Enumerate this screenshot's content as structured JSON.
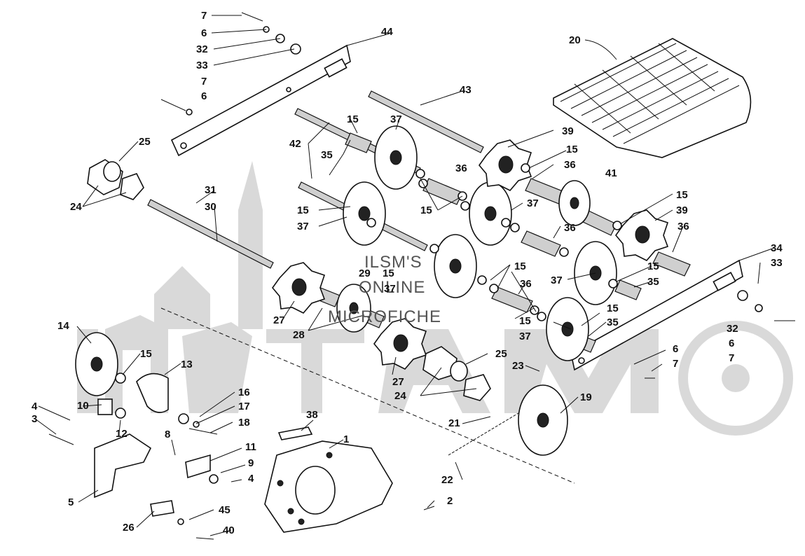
{
  "watermark": {
    "line1": "ILSM'S",
    "line2": "ONLINE",
    "line3": "MICROFICHE"
  },
  "callouts": [
    {
      "id": "c7a",
      "text": "7"
    },
    {
      "id": "c6a",
      "text": "6"
    },
    {
      "id": "c32a",
      "text": "32"
    },
    {
      "id": "c33a",
      "text": "33"
    },
    {
      "id": "c7b",
      "text": "7"
    },
    {
      "id": "c6b",
      "text": "6"
    },
    {
      "id": "c44",
      "text": "44"
    },
    {
      "id": "c20",
      "text": "20"
    },
    {
      "id": "c43",
      "text": "43"
    },
    {
      "id": "c15a",
      "text": "15"
    },
    {
      "id": "c37a",
      "text": "37"
    },
    {
      "id": "c39a",
      "text": "39"
    },
    {
      "id": "c15b",
      "text": "15"
    },
    {
      "id": "c36a",
      "text": "36"
    },
    {
      "id": "c42",
      "text": "42"
    },
    {
      "id": "c35a",
      "text": "35"
    },
    {
      "id": "c25a",
      "text": "25"
    },
    {
      "id": "c36b",
      "text": "36"
    },
    {
      "id": "c41",
      "text": "41"
    },
    {
      "id": "c24a",
      "text": "24"
    },
    {
      "id": "c31",
      "text": "31"
    },
    {
      "id": "c30",
      "text": "30"
    },
    {
      "id": "c15c",
      "text": "15"
    },
    {
      "id": "c15d",
      "text": "15"
    },
    {
      "id": "c37b",
      "text": "37"
    },
    {
      "id": "c15e",
      "text": "15"
    },
    {
      "id": "c39b",
      "text": "39"
    },
    {
      "id": "c37c",
      "text": "37"
    },
    {
      "id": "c36c",
      "text": "36"
    },
    {
      "id": "c36d",
      "text": "36"
    },
    {
      "id": "c34",
      "text": "34"
    },
    {
      "id": "c33b",
      "text": "33"
    },
    {
      "id": "c15f",
      "text": "15"
    },
    {
      "id": "c15g",
      "text": "15"
    },
    {
      "id": "c37d",
      "text": "37"
    },
    {
      "id": "c35b",
      "text": "35"
    },
    {
      "id": "c36e",
      "text": "36"
    },
    {
      "id": "c27a",
      "text": "27"
    },
    {
      "id": "c28",
      "text": "28"
    },
    {
      "id": "c15h",
      "text": "15"
    },
    {
      "id": "c37e",
      "text": "37"
    },
    {
      "id": "c15i",
      "text": "15"
    },
    {
      "id": "c35c",
      "text": "35"
    },
    {
      "id": "c32b",
      "text": "32"
    },
    {
      "id": "c6c",
      "text": "6"
    },
    {
      "id": "c7c",
      "text": "7"
    },
    {
      "id": "c14",
      "text": "14"
    },
    {
      "id": "c15j",
      "text": "15"
    },
    {
      "id": "c13",
      "text": "13"
    },
    {
      "id": "c6d",
      "text": "6"
    },
    {
      "id": "c7d",
      "text": "7"
    },
    {
      "id": "c27b",
      "text": "27"
    },
    {
      "id": "c25b",
      "text": "25"
    },
    {
      "id": "c23",
      "text": "23"
    },
    {
      "id": "c24b",
      "text": "24"
    },
    {
      "id": "c16",
      "text": "16"
    },
    {
      "id": "c17",
      "text": "17"
    },
    {
      "id": "c18",
      "text": "18"
    },
    {
      "id": "c10",
      "text": "10"
    },
    {
      "id": "c4a",
      "text": "4"
    },
    {
      "id": "c3",
      "text": "3"
    },
    {
      "id": "c12",
      "text": "12"
    },
    {
      "id": "c19",
      "text": "19"
    },
    {
      "id": "c38",
      "text": "38"
    },
    {
      "id": "c1",
      "text": "1"
    },
    {
      "id": "c21",
      "text": "21"
    },
    {
      "id": "c8",
      "text": "8"
    },
    {
      "id": "c11",
      "text": "11"
    },
    {
      "id": "c9",
      "text": "9"
    },
    {
      "id": "c4b",
      "text": "4"
    },
    {
      "id": "c22",
      "text": "22"
    },
    {
      "id": "c5",
      "text": "5"
    },
    {
      "id": "c2",
      "text": "2"
    },
    {
      "id": "c45",
      "text": "45"
    },
    {
      "id": "c26",
      "text": "26"
    },
    {
      "id": "c40",
      "text": "40"
    },
    {
      "id": "c29",
      "text": "29"
    },
    {
      "id": "c37f",
      "text": "37"
    },
    {
      "id": "c15k",
      "text": "15"
    }
  ]
}
